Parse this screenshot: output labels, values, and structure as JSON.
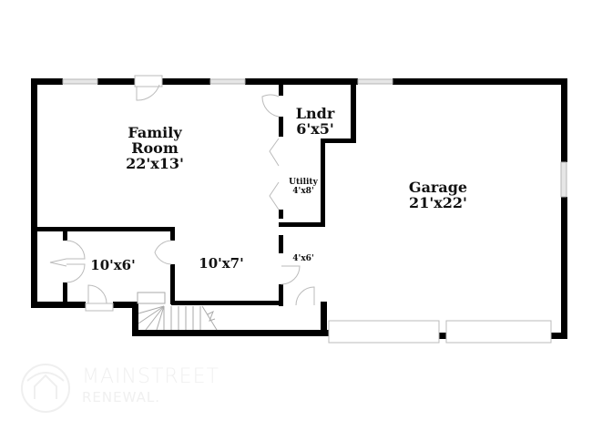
{
  "floorplan": {
    "rooms": [
      {
        "name": "Family",
        "name2": "Room",
        "dims": "22'x13'"
      },
      {
        "name": "Lndr",
        "dims": "6'x5'"
      },
      {
        "name": "Utility",
        "dims": "4'x8'"
      },
      {
        "name": "Garage",
        "dims": "21'x22'"
      },
      {
        "dims": "10'x6'"
      },
      {
        "dims": "10'x7'"
      },
      {
        "dims": "4'x6'"
      }
    ]
  },
  "logo": {
    "line1": "MAINSTREET",
    "line2": "RENEWAL."
  },
  "colors": {
    "wall": "#000000",
    "window": "#d8d8d8",
    "fixture": "#bbbbbb",
    "watermark": "#eeeeee"
  }
}
